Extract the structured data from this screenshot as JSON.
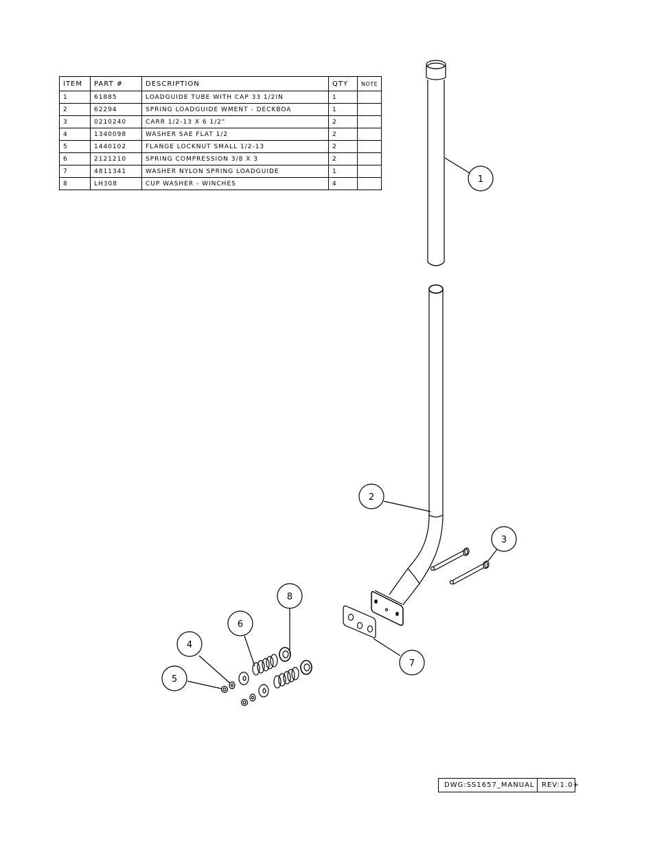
{
  "bom": {
    "headers": {
      "item": "ITEM",
      "part": "PART #",
      "description": "DESCRIPTION",
      "qty": "QTY",
      "note": "NOTE"
    },
    "rows": [
      {
        "item": "1",
        "part": "61885",
        "description": "LOADGUIDE TUBE WITH CAP  33 1/2IN",
        "qty": "1",
        "note": ""
      },
      {
        "item": "2",
        "part": "62294",
        "description": "SPRING LOADGUIDE WMENT - DECKBOA",
        "qty": "1",
        "note": ""
      },
      {
        "item": "3",
        "part": "0210240",
        "description": "CARR 1/2-13 X 6 1/2\"",
        "qty": "2",
        "note": ""
      },
      {
        "item": "4",
        "part": "1340098",
        "description": "WASHER SAE FLAT 1/2",
        "qty": "2",
        "note": ""
      },
      {
        "item": "5",
        "part": "1440102",
        "description": "FLANGE LOCKNUT SMALL 1/2-13",
        "qty": "2",
        "note": ""
      },
      {
        "item": "6",
        "part": "2121210",
        "description": "SPRING   COMPRESSION 3/8 X 3",
        "qty": "2",
        "note": ""
      },
      {
        "item": "7",
        "part": "4811341",
        "description": "WASHER NYLON SPRING LOADGUIDE",
        "qty": "1",
        "note": ""
      },
      {
        "item": "8",
        "part": "LH308",
        "description": "CUP WASHER - WINCHES",
        "qty": "4",
        "note": ""
      }
    ]
  },
  "balloons": {
    "b1": "1",
    "b2": "2",
    "b3": "3",
    "b4": "4",
    "b5": "5",
    "b6": "6",
    "b7": "7",
    "b8": "8"
  },
  "titleblock": {
    "dwg": "DWG:SS1657_MANUAL",
    "rev": "REV:1.0+"
  }
}
